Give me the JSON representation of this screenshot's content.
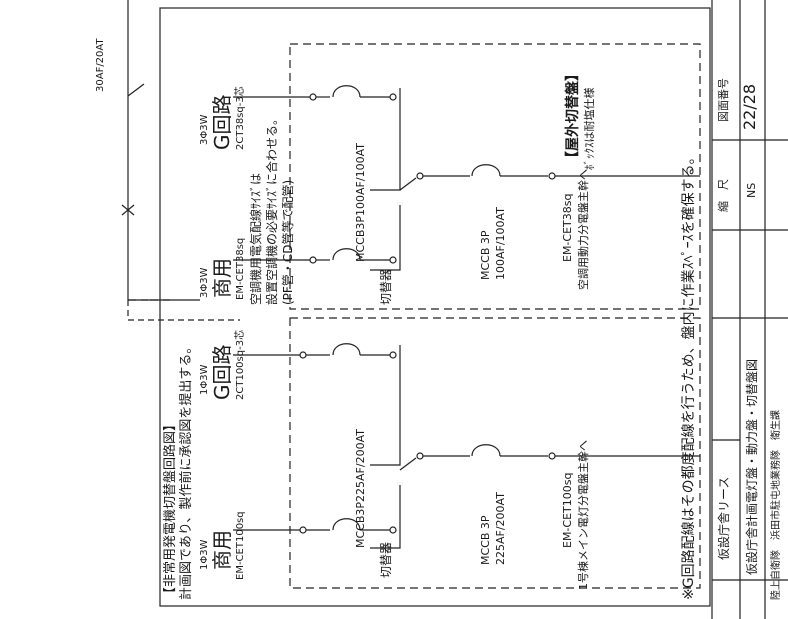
{
  "top_breaker": "30AF/20AT",
  "aircon_note_1": "空調機用電気配線ｻｲｽﾞは",
  "aircon_note_2": "設置空調機の必要ｻｲｽﾞに合わせる。",
  "aircon_note_3": "(PF管・CD管等で配管)",
  "section_title": "【非常用発電機切替盤回路図】",
  "section_sub": "計画図であり、製作前に承認図を提出する。",
  "left": {
    "commercial_phase": "1Φ3W",
    "commercial_label": "商用",
    "commercial_cable": "EM-CET100sq",
    "g_phase": "1Φ3W",
    "g_label": "G回路",
    "g_cable": "2CT100sq-3芯",
    "switch_breaker": "MCCB3P225AF/200AT",
    "switch_label": "切替器",
    "mccb_1": "MCCB 3P",
    "mccb_2": "225AF/200AT",
    "out_cable": "EM-CET100sq",
    "out_note": "1号棟メイン電灯分電盤主幹へ"
  },
  "right": {
    "commercial_phase": "3Φ3W",
    "commercial_label": "商用",
    "commercial_cable": "EM-CET38sq",
    "g_phase": "3Φ3W",
    "g_label": "G回路",
    "g_cable": "2CT38sq-3芯",
    "switch_breaker": "MCCB3P100AF/100AT",
    "switch_label": "切替器",
    "mccb_1": "MCCB 3P",
    "mccb_2": "100AF/100AT",
    "out_cable": "EM-CET38sq",
    "out_note": "空調用動力分電盤主幹へ",
    "outdoor_title": "【屋外切替盤】",
    "outdoor_note": "ﾎﾞｯｸｽは耐塩仕様"
  },
  "bottom_note": "※G回路配線はその都度配線を行うため、盤内に作業ｽﾍﾟｰｽを確保する。",
  "title_block": {
    "project": "仮設庁舎リース",
    "drawing_title": "仮設庁舎計画電灯盤・動力盤・切替盤図",
    "company": "陸上自衛隊　浜田市駐屯地業務隊　衛生課",
    "scale_label": "縮　尺",
    "scale_value": "NS",
    "sheet_label": "図面番号",
    "sheet_value": "22/28"
  }
}
